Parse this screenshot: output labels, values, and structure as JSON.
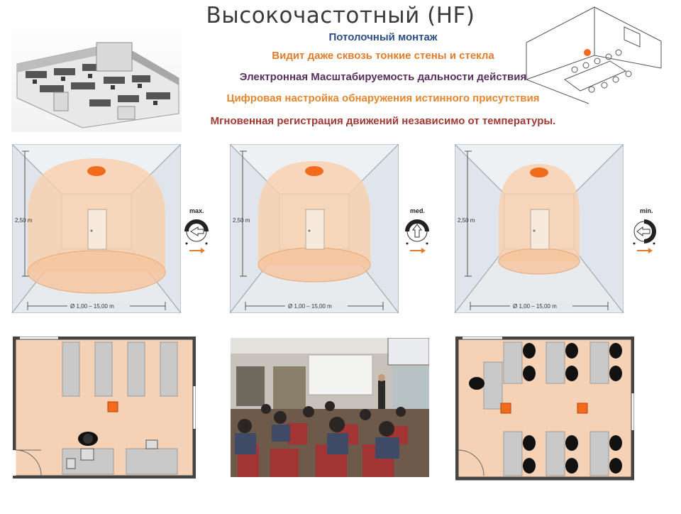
{
  "header": {
    "title": "Высокочастотный (HF)",
    "features": [
      "Потолочный монтаж",
      "Видит даже сквозь тонкие стены и стекла",
      "Электронная  Масштабируемость дальности действия",
      "Цифровая настройка обнаружения истинного присутствия",
      "Мгновенная  регистрация движений независимо от температуры."
    ]
  },
  "rooms": [
    {
      "height_label": "2,50 m",
      "diameter_label": "Ø 1,00 – 15,00 m",
      "range_setting": "max."
    },
    {
      "height_label": "2,50 m",
      "diameter_label": "Ø 1,00 – 15,00 m",
      "range_setting": "med."
    },
    {
      "height_label": "2,50 m",
      "diameter_label": "Ø 1,00 – 15,00 m",
      "range_setting": "min."
    }
  ],
  "colors": {
    "detection_zone": "#f7cfae",
    "sensor": "#f26b1d",
    "room_wall": "#dbe3ea",
    "floor_plan": "#f5d2b5",
    "desk": "#c9c9c9"
  }
}
